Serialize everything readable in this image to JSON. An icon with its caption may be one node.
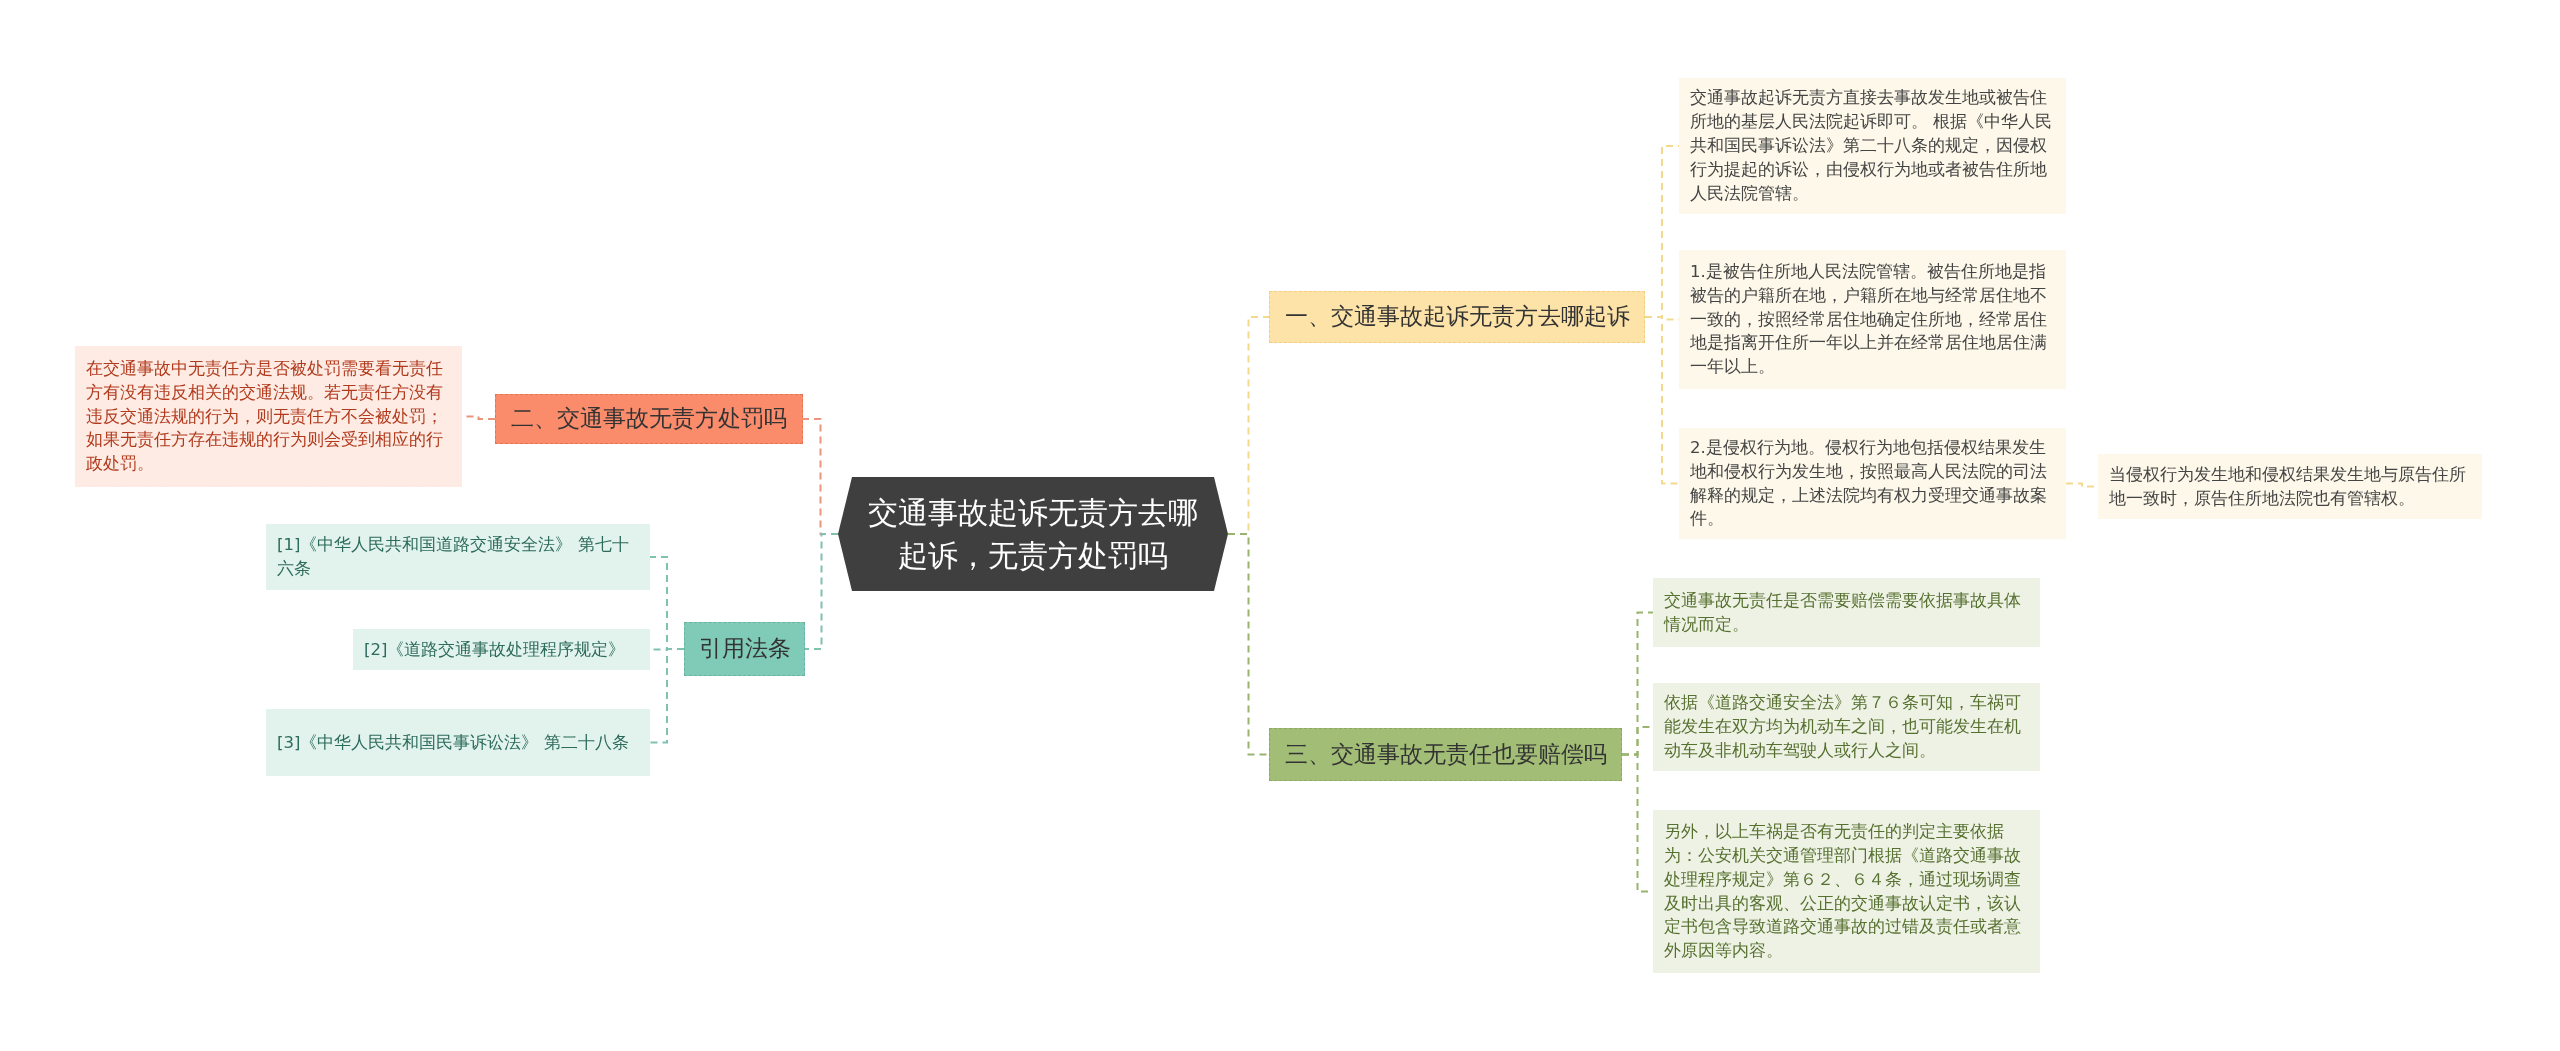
{
  "diagram": {
    "nodes": [
      {
        "text": [
          "交通事故起诉无责方去哪起诉，无责方处罚吗"
        ]
      },
      {
        "text": [
          "一、交通事故起诉无责方去哪起诉"
        ]
      },
      {
        "text": [
          "交通事故起诉无责方直接去事故发生地或被告住所地的基层人民法院起诉即可。 根据《中华人民共和国民事诉讼法》第二十八条的规定，因侵权行为提起的诉讼，由侵权行为地或者被告住所地人民法院管辖。"
        ]
      },
      {
        "text": [
          "1.是被告住所地人民法院管辖。被告住所地是指被告的户籍所在地，户籍所在地与经常居住地不一致的，按照经常居住地确定住所地，经常居住地是指离开住所一年以上并在经常居住地居住满一年以上。"
        ]
      },
      {
        "text": [
          "2.是侵权行为地。侵权行为地包括侵权结果发生地和侵权行为发生地，按照最高人民法院的司法解释的规定，上述法院均有权力受理交通事故案件。"
        ]
      },
      {
        "text": [
          "当侵权行为发生地和侵权结果发生地与原告住所地一致时，原告住所地法院也有管辖权。"
        ]
      },
      {
        "text": [
          "三、交通事故无责任也要赔偿吗"
        ]
      },
      {
        "text": [
          "交通事故无责任是否需要赔偿需要依据事故具体情况而定。"
        ]
      },
      {
        "text": [
          "依据《道路交通安全法》第７６条可知，车祸可能发生在双方均为机动车之间，也可能发生在机动车及非机动车驾驶人或行人之间。"
        ]
      },
      {
        "text": [
          "另外，以上车祸是否有无责任的判定主要依据为：公安机关交通管理部门根据《道路交通事故处理程序规定》第６２、６４条，通过现场调查及时出具的客观、公正的交通事故认定书，该认定书包含导致道路交通事故的过错及责任或者意外原因等内容。"
        ]
      },
      {
        "text": [
          "二、交通事故无责方处罚吗"
        ]
      },
      {
        "text": [
          "在交通事故中无责任方是否被处罚需要看无责任方有没有违反相关的交通法规。若无责任方没有违反交通法规的行为，则无责任方不会被处罚；如果无责任方存在违规的行为则会受到相应的行政处罚。"
        ]
      },
      {
        "text": [
          "引用法条"
        ]
      },
      {
        "text": [
          "[1]《中华人民共和国道路交通安全法》 第七十六条"
        ]
      },
      {
        "text": [
          "[2]《道路交通事故处理程序规定》"
        ]
      },
      {
        "text": [
          "[3]《中华人民共和国民事诉讼法》 第二十八条"
        ]
      }
    ],
    "edges": [
      {
        "from": 0,
        "to": 1,
        "arrow": "none",
        "style": "dashed",
        "color": "#f3d98e"
      },
      {
        "from": 1,
        "to": 2,
        "arrow": "none",
        "style": "dashed",
        "color": "#f3d98e"
      },
      {
        "from": 1,
        "to": 3,
        "arrow": "none",
        "style": "dashed",
        "color": "#f3d98e"
      },
      {
        "from": 1,
        "to": 4,
        "arrow": "none",
        "style": "dashed",
        "color": "#f3d98e"
      },
      {
        "from": 4,
        "to": 5,
        "arrow": "none",
        "style": "dashed",
        "color": "#f3d98e"
      },
      {
        "from": 0,
        "to": 6,
        "arrow": "none",
        "style": "dashed",
        "color": "#9ab36e"
      },
      {
        "from": 6,
        "to": 7,
        "arrow": "none",
        "style": "dashed",
        "color": "#9ab36e"
      },
      {
        "from": 6,
        "to": 8,
        "arrow": "none",
        "style": "dashed",
        "color": "#9ab36e"
      },
      {
        "from": 6,
        "to": 9,
        "arrow": "none",
        "style": "dashed",
        "color": "#9ab36e"
      },
      {
        "from": 0,
        "to": 10,
        "arrow": "none",
        "style": "dashed",
        "color": "#e8957a"
      },
      {
        "from": 10,
        "to": 11,
        "arrow": "none",
        "style": "dashed",
        "color": "#e8957a"
      },
      {
        "from": 0,
        "to": 12,
        "arrow": "none",
        "style": "dashed",
        "color": "#7fc2b2"
      },
      {
        "from": 12,
        "to": 13,
        "arrow": "none",
        "style": "dashed",
        "color": "#7fc2b2"
      },
      {
        "from": 12,
        "to": 14,
        "arrow": "none",
        "style": "dashed",
        "color": "#7fc2b2"
      },
      {
        "from": 12,
        "to": 15,
        "arrow": "none",
        "style": "dashed",
        "color": "#7fc2b2"
      }
    ]
  }
}
